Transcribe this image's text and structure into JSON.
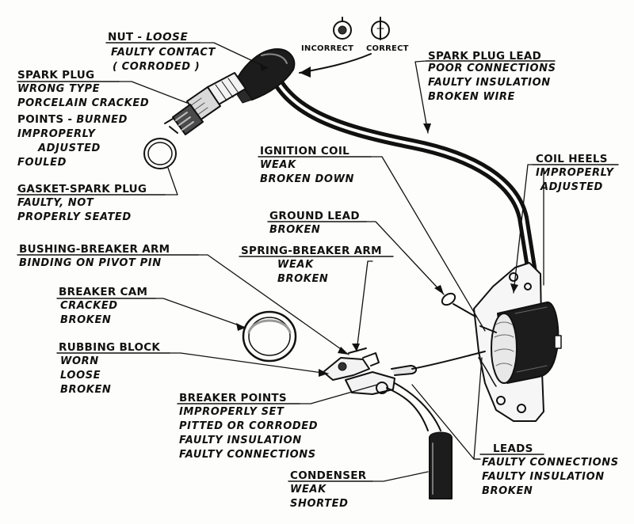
{
  "labels": {
    "nut": {
      "title": "NUT - ",
      "title_italic": "LOOSE",
      "lines": [
        "FAULTY CONTACT",
        "( CORRODED )"
      ]
    },
    "spark_plug": {
      "title": "SPARK PLUG",
      "lines": [
        "WRONG TYPE",
        "PORCELAIN CRACKED"
      ],
      "points_prefix": "POINTS - ",
      "points_italic": "BURNED",
      "lines2": [
        "IMPROPERLY",
        "ADJUSTED",
        "FOULED"
      ]
    },
    "gasket": {
      "title": "GASKET-SPARK PLUG",
      "lines": [
        "FAULTY, NOT",
        "PROPERLY SEATED"
      ]
    },
    "incorrect": "INCORRECT",
    "correct": "CORRECT",
    "spark_plug_lead": {
      "title": "SPARK PLUG LEAD",
      "lines": [
        "POOR CONNECTIONS",
        "FAULTY INSULATION",
        "BROKEN WIRE"
      ]
    },
    "ignition_coil": {
      "title": "IGNITION COIL",
      "lines": [
        "WEAK",
        "BROKEN DOWN"
      ]
    },
    "coil_heels": {
      "title": "COIL HEELS",
      "lines": [
        "IMPROPERLY",
        "ADJUSTED"
      ]
    },
    "ground_lead": {
      "title": "GROUND LEAD",
      "lines": [
        "BROKEN"
      ]
    },
    "bushing": {
      "title": "BUSHING-BREAKER ARM",
      "lines": [
        "BINDING ON PIVOT PIN"
      ]
    },
    "spring": {
      "title": "SPRING-BREAKER ARM",
      "lines": [
        "WEAK",
        "BROKEN"
      ]
    },
    "breaker_cam": {
      "title": "BREAKER CAM",
      "lines": [
        "CRACKED",
        "BROKEN"
      ]
    },
    "rubbing_block": {
      "title": "RUBBING BLOCK",
      "lines": [
        "WORN",
        "LOOSE",
        "BROKEN"
      ]
    },
    "breaker_points": {
      "title": "BREAKER POINTS",
      "lines": [
        "IMPROPERLY SET",
        "PITTED OR CORRODED",
        "FAULTY INSULATION",
        "FAULTY CONNECTIONS"
      ]
    },
    "leads": {
      "title": "LEADS",
      "lines": [
        "FAULTY CONNECTIONS",
        "FAULTY INSULATION",
        "BROKEN"
      ]
    },
    "condenser": {
      "title": "CONDENSER",
      "lines": [
        "WEAK",
        "SHORTED"
      ]
    }
  }
}
